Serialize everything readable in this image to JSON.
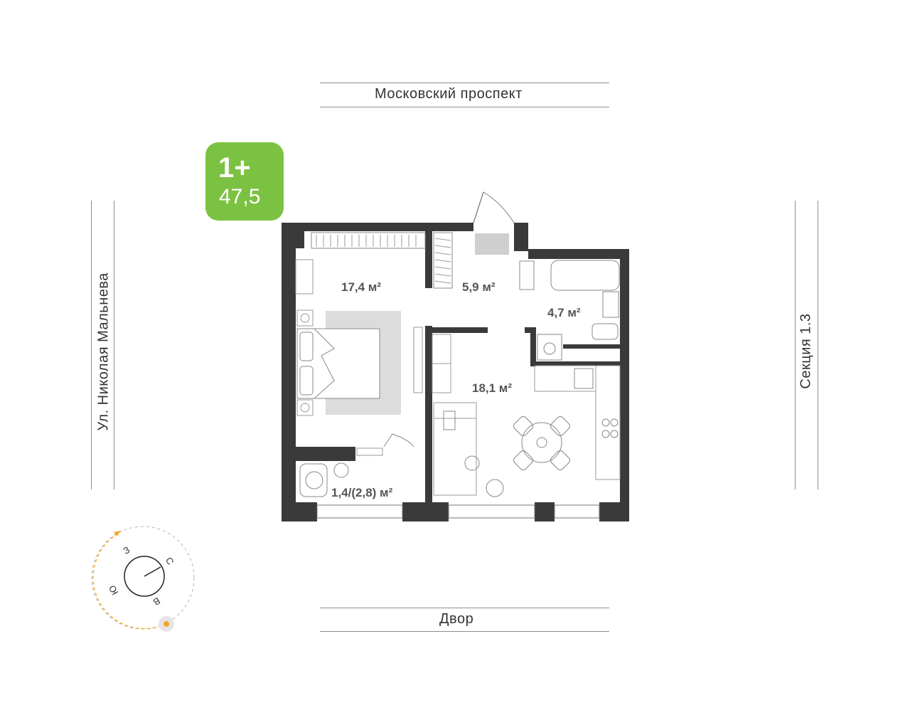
{
  "streets": {
    "top": "Московский проспект",
    "bottom": "Двор",
    "left": "Ул. Николая Мальнева",
    "right": "Секция 1.3"
  },
  "badge": {
    "rooms": "1+",
    "area": "47,5",
    "color": "#7cc242"
  },
  "rooms": {
    "bedroom": "17,4 м²",
    "hall": "5,9 м²",
    "bathroom": "4,7 м²",
    "living": "18,1 м²",
    "balcony": "1,4/(2,8) м²"
  },
  "compass": {
    "north": "С",
    "south": "Ю",
    "west": "З",
    "east": "В",
    "sun_icon": "sun-icon"
  },
  "colors": {
    "wall": "#3a3a3a",
    "line": "#8e8e8e",
    "rug": "#dcdcdc",
    "sun_path": "#f5a623"
  }
}
